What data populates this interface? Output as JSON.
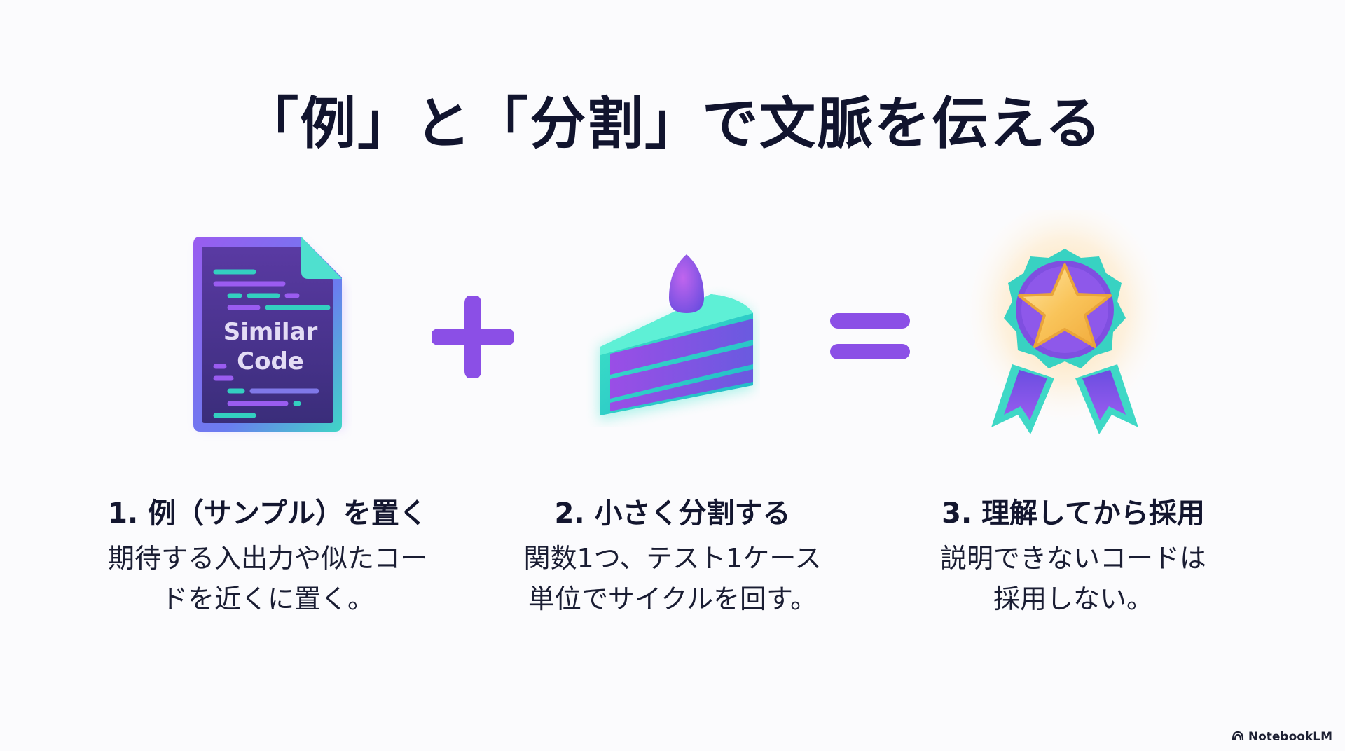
{
  "slide": {
    "title": "「例」と「分割」で文脈を伝える",
    "icons": {
      "document_label_line1": "Similar",
      "document_label_line2": "Code",
      "operator_plus": "+",
      "operator_equals": "="
    },
    "steps": [
      {
        "title": "1. 例（サンプル）を置く",
        "desc_line1": "期待する入出力や似たコー",
        "desc_line2": "ドを近くに置く。",
        "icon": "document-icon"
      },
      {
        "title": "2. 小さく分割する",
        "desc_line1": "関数1つ、テスト1ケース",
        "desc_line2": "単位でサイクルを回す。",
        "icon": "cake-slice-icon"
      },
      {
        "title": "3. 理解してから採用",
        "desc_line1": "説明できないコードは",
        "desc_line2": "採用しない。",
        "icon": "award-badge-icon"
      }
    ],
    "colors": {
      "purple": "#8b4fe6",
      "teal": "#2fd8c0",
      "navy_text": "#11142e",
      "gold": "#f5b942"
    }
  },
  "branding": {
    "label": "NotebookLM"
  }
}
